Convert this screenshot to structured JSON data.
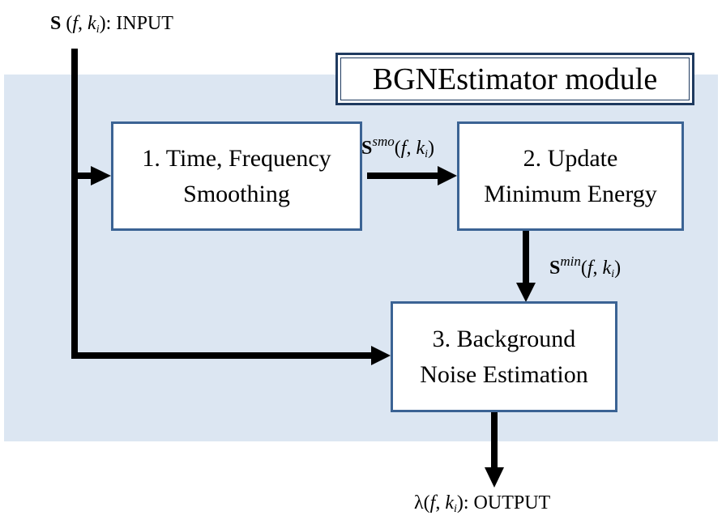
{
  "input_label": {
    "symbol": "S",
    "args_open": "(",
    "f": "f",
    "sep": ", ",
    "k": "k",
    "k_sub": "i",
    "args_close": ")",
    "suffix": ": INPUT"
  },
  "module_title": "BGNEstimator module",
  "blocks": [
    {
      "line1": "1. Time, Frequency",
      "line2": "Smoothing"
    },
    {
      "line1": "2. Update",
      "line2": "Minimum Energy"
    },
    {
      "line1": "3. Background",
      "line2": "Noise Estimation"
    }
  ],
  "smo_label": {
    "symbol": "S",
    "sup": "smo",
    "args_open": "(",
    "f": "f",
    "sep": ", ",
    "k": "k",
    "k_sub": "i",
    "args_close": ")"
  },
  "min_label": {
    "symbol": "S",
    "sup": "min",
    "args_open": "(",
    "f": "f",
    "sep": ", ",
    "k": "k",
    "k_sub": "i",
    "args_close": ")"
  },
  "output_label": {
    "symbol": "λ",
    "args_open": "(",
    "f": "f",
    "sep": ", ",
    "k": "k",
    "k_sub": "i",
    "args_close": ")",
    "suffix": ": OUTPUT"
  },
  "colors": {
    "panel": "#dce6f2",
    "box_border": "#3b6394",
    "module_border": "#1f3a5f",
    "arrow": "#000000"
  }
}
